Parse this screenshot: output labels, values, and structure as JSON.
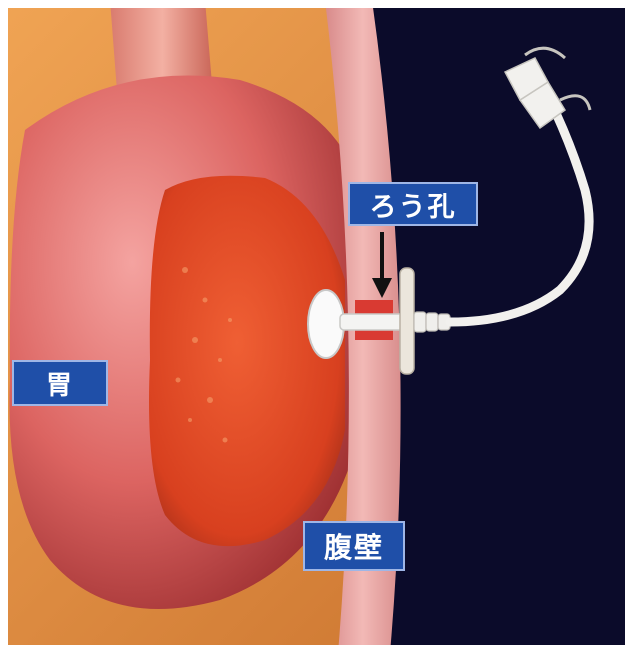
{
  "labels": {
    "stomach": "胃",
    "stoma": "ろう孔",
    "abdominal_wall": "腹壁"
  },
  "colors": {
    "background_left": "#e8913f",
    "background_right": "#0b0b2a",
    "stomach": "#df6b66",
    "stomach_inner": "#e24a2a",
    "abdominal_wall": "#e7a3a3",
    "label_bg": "#1f4fa8",
    "tube": "#f1f1ef"
  }
}
